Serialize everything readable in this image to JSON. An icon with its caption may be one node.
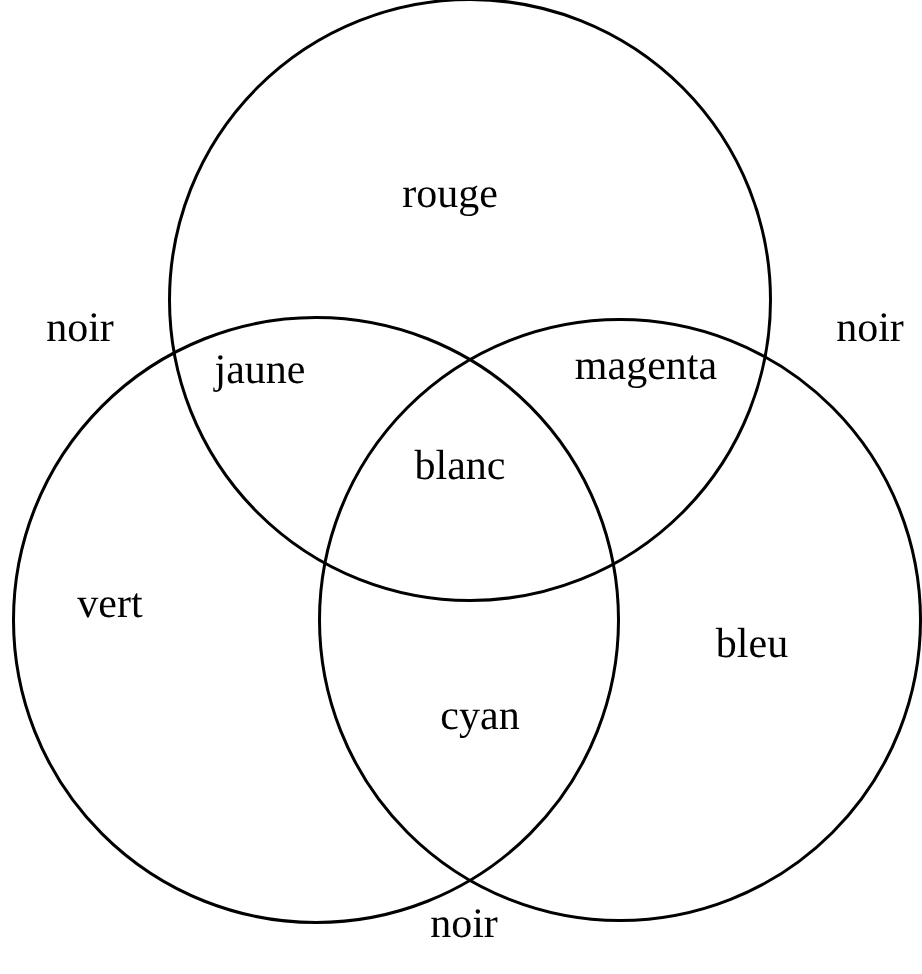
{
  "diagram": {
    "nodes": [
      {
        "text": [],
        "shape": "circle"
      },
      {
        "text": [],
        "shape": "circle"
      },
      {
        "text": [],
        "shape": "circle"
      }
    ],
    "labels": [
      "rouge",
      "noir",
      "noir",
      "jaune",
      "magenta",
      "blanc",
      "vert",
      "bleu",
      "cyan",
      "noir"
    ]
  }
}
